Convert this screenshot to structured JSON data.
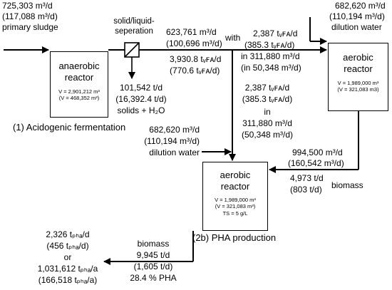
{
  "feed": {
    "flow1": "725,303 m³/d",
    "flow2": "(117,088 m³/d)",
    "label": "primary sludge"
  },
  "separation": {
    "label1": "solid/liquid-",
    "label2": "seperation"
  },
  "anaerobic_reactor": {
    "title1": "anaerobic",
    "title2": "reactor",
    "vol1": "V = 2,901,212 m³",
    "vol2": "(V = 468,352 m³)"
  },
  "solids_out": {
    "line1": "101,542 t/d",
    "line2": "(16,392.4 t/d)",
    "line3": "solids + H₂O"
  },
  "liquid_stream": {
    "flow1": "623,761 m³/d",
    "flow2": "(100,696 m³/d)",
    "with": "with",
    "vfa1": "3,930.8 tᵥꜰᴀ/d",
    "vfa2": "(770.6 tᵥꜰᴀ/d)"
  },
  "top_branch": {
    "vfa1": "2,387 tᵥꜰᴀ/d",
    "vfa2": "(385.3 tᵥꜰᴀ/d)",
    "vol1": "in 311,880 m³/d",
    "vol2": "(in 50,348 m³/d)"
  },
  "dilution_top": {
    "flow1": "682,620 m³/d",
    "flow2": "(110,194 m³/d)",
    "label": "dilution water"
  },
  "aerobic_top": {
    "title1": "aerobic",
    "title2": "reactor",
    "vol1": "V = 1,989,000 m³",
    "vol2": "(V = 321,083 m3)"
  },
  "mid_branch": {
    "vfa1": "2,387 tᵥꜰᴀ/d",
    "vfa2": "(385.3 tᵥꜰᴀ/d)",
    "in": "in",
    "vol1": "311,880 m³/d",
    "vol2": "(50,348 m³/d)"
  },
  "stage1_label": "(1) Acidogenic fermentation",
  "dilution_mid": {
    "flow1": "682,620 m³/d",
    "flow2": "(110,194 m³/d)",
    "label": "dilution water"
  },
  "recycle": {
    "flow1": "994,500 m³/d",
    "flow2": "(160,542 m³/d)",
    "bio1": "4,973 t/d",
    "bio2": "(803 t/d)",
    "label": "biomass"
  },
  "aerobic_bottom": {
    "title1": "aerobic",
    "title2": "reactor",
    "vol1": "V = 1,989,000 m³",
    "vol2": "(V = 321,083 m³)",
    "ts": "TS = 5 g/L"
  },
  "stage2_label": "(2b) PHA  production",
  "product": {
    "pha1": "2,326 tₚₕₐ/d",
    "pha2": "(456 tₚₕₐ/d)",
    "or": "or",
    "pha3": "1,031,612 tₚₕₐ/a",
    "pha4": "(166,518 tₚₕₐ/a)"
  },
  "biomass_out": {
    "label": "biomass",
    "flow1": "9,945 t/d",
    "flow2": "(1,605 t/d)",
    "pct": "28.4 % PHA"
  }
}
